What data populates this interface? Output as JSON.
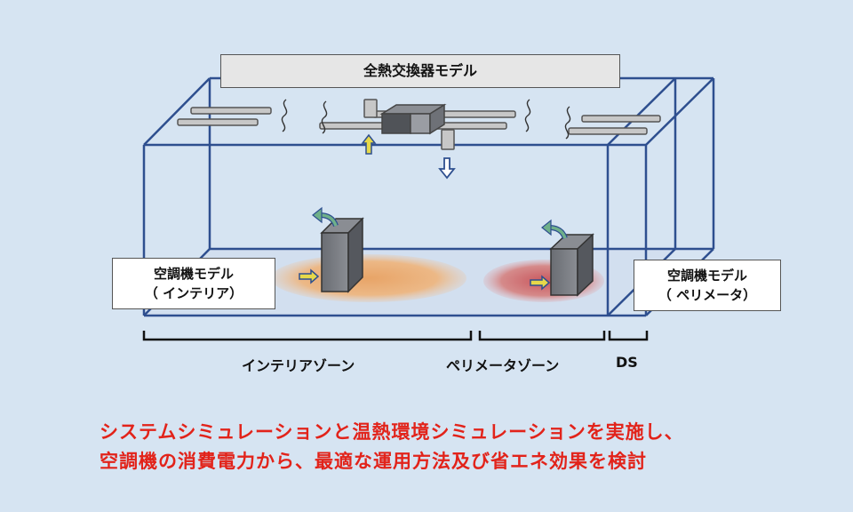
{
  "title_box": "全熱交換器モデル",
  "interior_unit": {
    "line1": "空調機モデル",
    "line2": "（ インテリア）"
  },
  "perimeter_unit": {
    "line1": "空調機モデル",
    "line2": "（ ペリメータ）"
  },
  "zones": {
    "interior": "インテリアゾーン",
    "perimeter": "ペリメータゾーン",
    "ds": "DS"
  },
  "caption": {
    "line1": "システムシミュレーションと温熱環境シミュレーションを実施し、",
    "line2": "空調機の消費電力から、最適な運用方法及び省エネ効果を検討"
  },
  "colors": {
    "background": "#d6e4f2",
    "box_edge": "#2e4f8f",
    "interior_heat": "#e9a86a",
    "perimeter_heat": "#cf6b6b",
    "caption": "#e2231a",
    "arrow_fill": "#e6d84a"
  }
}
